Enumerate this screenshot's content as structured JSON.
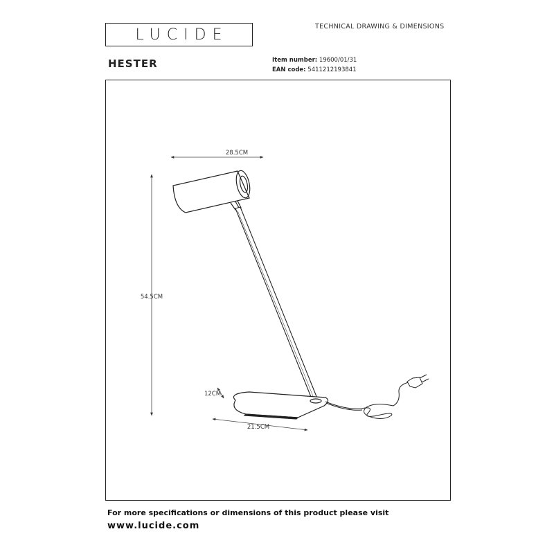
{
  "header": {
    "logo_text": "LUCIDE",
    "doc_title": "TECHNICAL DRAWING & DIMENSIONS"
  },
  "product": {
    "name": "HESTER",
    "item_label": "Item number:",
    "item_number": "19600/01/31",
    "ean_label": "EAN code:",
    "ean_code": "5411212193841"
  },
  "dimensions": {
    "width": "28.5CM",
    "height": "54.5CM",
    "base_depth": "12CM",
    "base_width": "21.5CM"
  },
  "footer": {
    "note": "For more specifications or dimensions of this product please visit",
    "url": "www.lucide.com"
  }
}
